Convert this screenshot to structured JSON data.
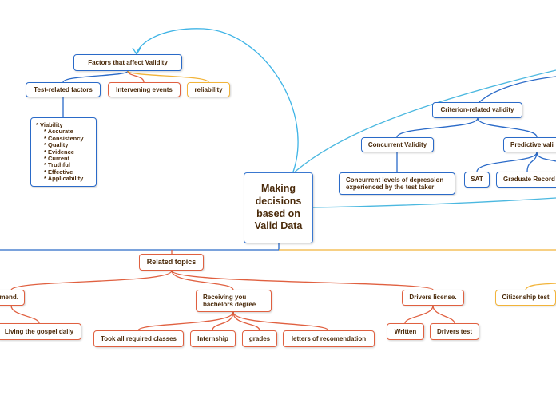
{
  "diagram": {
    "root": "Making decisions based on Valid Data",
    "factors": {
      "title": "Factors that affect Validity",
      "test_related": "Test-related factors",
      "intervening": "Intervening events",
      "reliability": "reliability",
      "qualities": [
        {
          "text": "* Viability",
          "level": 0
        },
        {
          "text": "* Accurate",
          "level": 1
        },
        {
          "text": "* Consistency",
          "level": 1
        },
        {
          "text": "* Quality",
          "level": 1
        },
        {
          "text": "* Evidence",
          "level": 1
        },
        {
          "text": "* Current",
          "level": 1
        },
        {
          "text": "* Truthful",
          "level": 1
        },
        {
          "text": "* Effective",
          "level": 1
        },
        {
          "text": "* Applicability",
          "level": 1
        }
      ]
    },
    "criterion": {
      "title": "Criterion-related validity",
      "concurrent": "Concurrent Validity",
      "concurrent_example": "Concurrent levels of depression experienced by the test taker",
      "predictive": "Predictive vali",
      "sat": "SAT",
      "gre": "Graduate Record"
    },
    "related": {
      "title": "Related topics",
      "mend": "mend.",
      "gospel": "Living the gospel daily",
      "bachelors": "Receiving you bachelors degree",
      "classes": "Took all required classes",
      "internship": "Internship",
      "grades": "grades",
      "letters": "letters of recomendation",
      "license": "Drivers license.",
      "written": "Written",
      "drivers_test": "Drivers test",
      "citizenship": "Citizenship test"
    }
  }
}
